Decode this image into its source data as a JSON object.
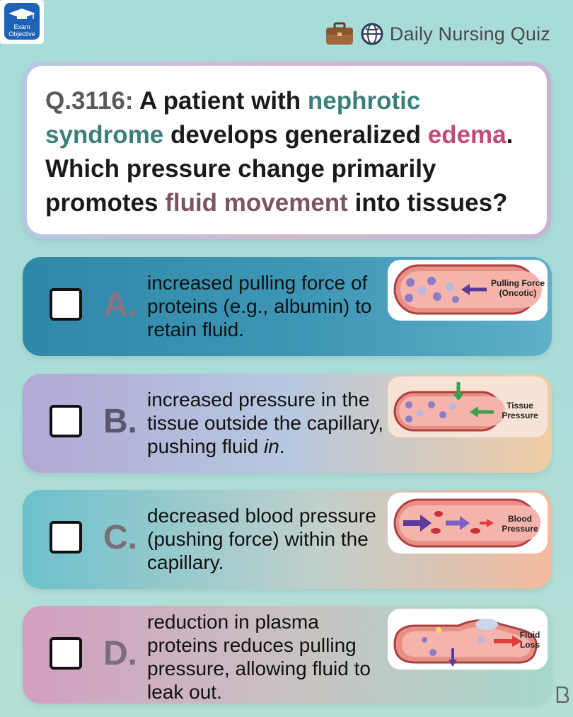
{
  "logo": {
    "line1": "Exam",
    "line2": "Objective"
  },
  "brand": {
    "title": "Daily Nursing Quiz",
    "icons": [
      "briefcase-icon",
      "globe-icon"
    ]
  },
  "question": {
    "number": "Q.3116:",
    "p1": " A patient with ",
    "h1": "nephrotic syndrome",
    "p2": " develops generalized ",
    "h2": "edema",
    "p3": ". Which pressure change primarily promotes ",
    "h3": "fluid movement",
    "p4": " into tissues?"
  },
  "options": [
    {
      "letter": "A.",
      "text": "increased pulling force of proteins (e.g., albumin) to retain fluid.",
      "ill_label1": "Pulling Force",
      "ill_label2": "(Oncotic)"
    },
    {
      "letter": "B.",
      "text_main": "increased pressure in the tissue outside the capillary, pushing fluid ",
      "text_em": "in",
      "text_end": ".",
      "ill_label1": "Tissue",
      "ill_label2": "Pressure"
    },
    {
      "letter": "C.",
      "text": "decreased blood pressure (pushing force) within the capillary.",
      "ill_label1": "Blood",
      "ill_label2": "Pressure"
    },
    {
      "letter": "D.",
      "text": "reduction in plasma proteins reduces pulling pressure, allowing fluid to leak out.",
      "ill_label1": "Fluid",
      "ill_label2": "Loss"
    }
  ],
  "colors": {
    "teal": "#3b7f7c",
    "pink": "#c2497a",
    "mauve": "#7a5560",
    "logo_blue": "#1e63b8"
  }
}
